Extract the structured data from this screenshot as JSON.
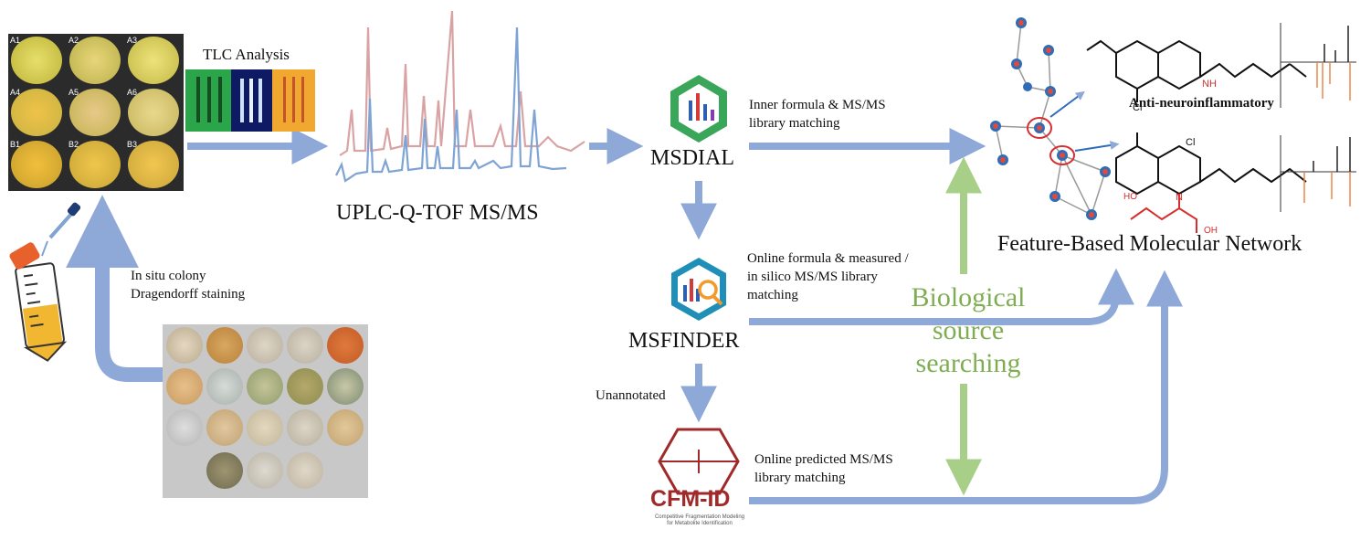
{
  "labels": {
    "tlc": "TLC Analysis",
    "uplc": "UPLC-Q-TOF MS/MS",
    "staining_line1": "In situ colony",
    "staining_line2": "Dragendorff staining",
    "msdial": "MSDIAL",
    "msdial_desc_line1": "Inner formula & MS/MS",
    "msdial_desc_line2": "library matching",
    "msfinder": "MSFINDER",
    "msfinder_desc_line1": "Online formula & measured /",
    "msfinder_desc_line2": "in silico MS/MS library",
    "msfinder_desc_line3": "matching",
    "unannotated": "Unannotated",
    "cfm_logo": "CFM-ID",
    "cfm_sub_line1": "Competitive Fragmentation Modeling",
    "cfm_sub_line2": "for Metabolite Identification",
    "cfm_desc_line1": "Online predicted MS/MS",
    "cfm_desc_line2": "library matching",
    "fbmn": "Feature-Based Molecular Network",
    "bio_line1": "Biological",
    "bio_line2": "source",
    "bio_line3": "searching",
    "anti": "Anti-neuroinflammatory"
  },
  "plates": {
    "grid_labels": [
      "A1",
      "A2",
      "A3",
      "A4",
      "A5",
      "A6",
      "B1",
      "B2",
      "B3"
    ]
  },
  "structure_labels": {
    "nh": "NH",
    "cl": "Cl",
    "n": "N",
    "oh": "OH",
    "ho": "HO"
  },
  "colors": {
    "arrow_blue": "#8ea8d8",
    "arrow_green": "#a8cf87",
    "text_green": "#7fae52",
    "chrom_pink": "#d9a3a3",
    "chrom_blue": "#7fa4d4",
    "node_blue": "#2f6db8",
    "node_red": "#e04a3a",
    "circle_red": "#d62f2f"
  }
}
